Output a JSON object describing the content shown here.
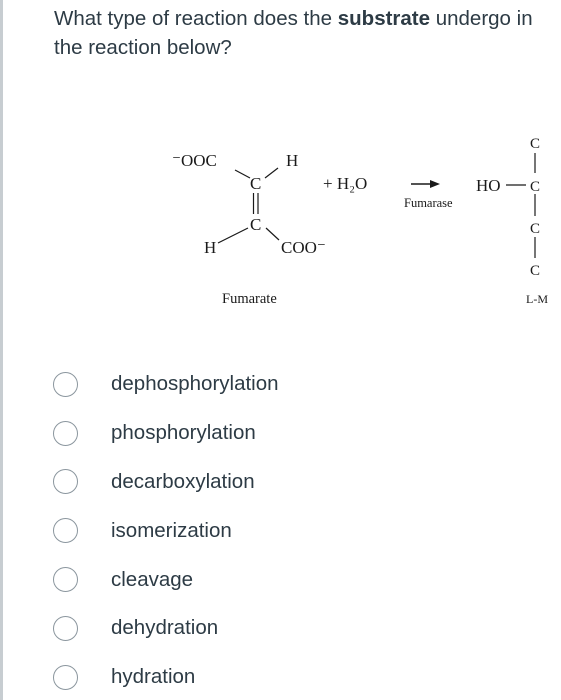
{
  "question": {
    "text_before": "What type of reaction does the ",
    "text_bold": "substrate",
    "text_after": " undergo in the reaction below?"
  },
  "figure": {
    "reactant_carboxylate_left": "⁻OOC",
    "reactant_h_top": "H",
    "reactant_c_top": "C",
    "reactant_c_bottom": "C",
    "reactant_h_bottom": "H",
    "reactant_carboxylate_right": "COO⁻",
    "reactant_label": "Fumarate",
    "plus_water": "+ H₂O",
    "enzyme_label": "Fumarase",
    "product_hydroxyl": "HO",
    "product_c1": "C",
    "product_c2": "C",
    "product_c3": "C",
    "product_c4": "C",
    "product_label": "L-M"
  },
  "options": [
    {
      "label": "dephosphorylation"
    },
    {
      "label": "phosphorylation"
    },
    {
      "label": "decarboxylation"
    },
    {
      "label": "isomerization"
    },
    {
      "label": "cleavage"
    },
    {
      "label": "dehydration"
    },
    {
      "label": "hydration"
    }
  ]
}
